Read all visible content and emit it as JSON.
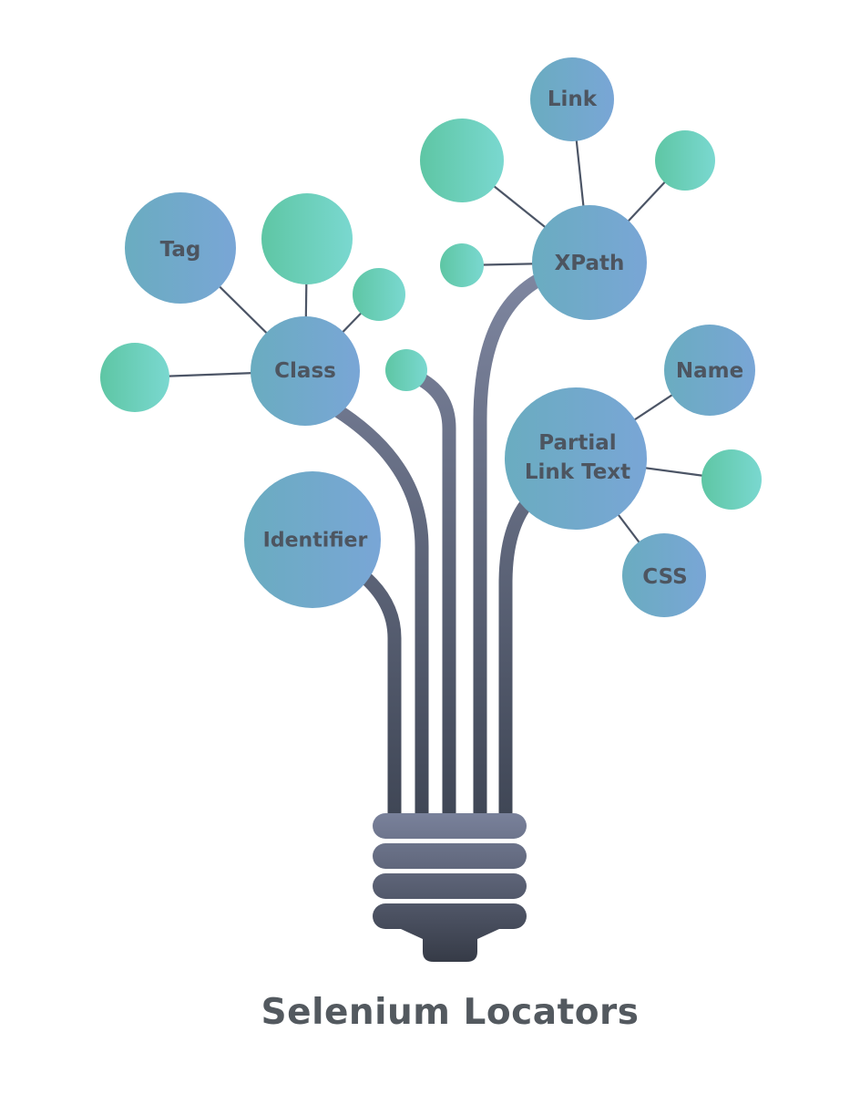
{
  "title": "Selenium Locators",
  "nodes": {
    "link": "Link",
    "tag": "Tag",
    "xpath": "XPath",
    "class": "Class",
    "name": "Name",
    "partial_link_text_line1": "Partial",
    "partial_link_text_line2": "Link Text",
    "identifier": "Identifier",
    "css": "CSS"
  },
  "colors": {
    "node_blue_start": "#6aacc0",
    "node_blue_end": "#78a6d4",
    "node_green_start": "#5ec7a6",
    "node_green_end": "#7ad7cf",
    "connector": "#4c5566",
    "wire_top": "#7e86a0",
    "wire_bottom": "#3e4553",
    "label_text": "#4d5560"
  }
}
